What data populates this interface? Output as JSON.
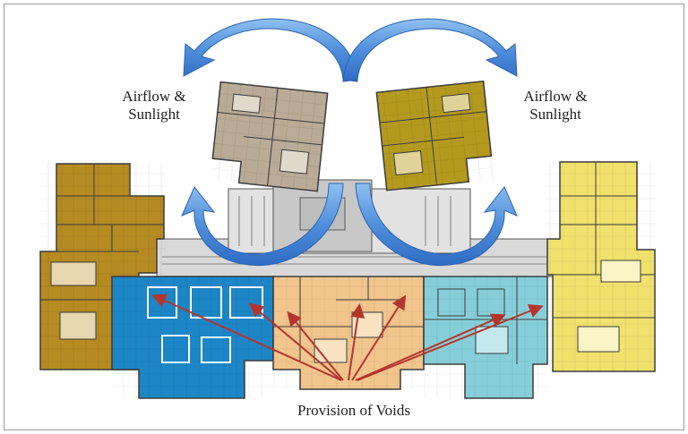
{
  "labels": {
    "airflow_left_line1": "Airflow &",
    "airflow_left_line2": "Sunlight",
    "airflow_right_line1": "Airflow &",
    "airflow_right_line2": "Sunlight",
    "voids": "Provision of Voids"
  },
  "colors": {
    "tan_unit": "#b9ab95",
    "olive_unit": "#b39a1e",
    "ochre_unit": "#b58b22",
    "blue_unit": "#1d86c6",
    "peach_unit": "#f1c58c",
    "light_blue_unit": "#86cfd9",
    "yellow_unit": "#f1e16d",
    "core_gray": "#c9c9c9",
    "arrow_blue": "#3f7fd0",
    "void_arrow": "#b5342c",
    "wall": "#3c3c3c"
  }
}
